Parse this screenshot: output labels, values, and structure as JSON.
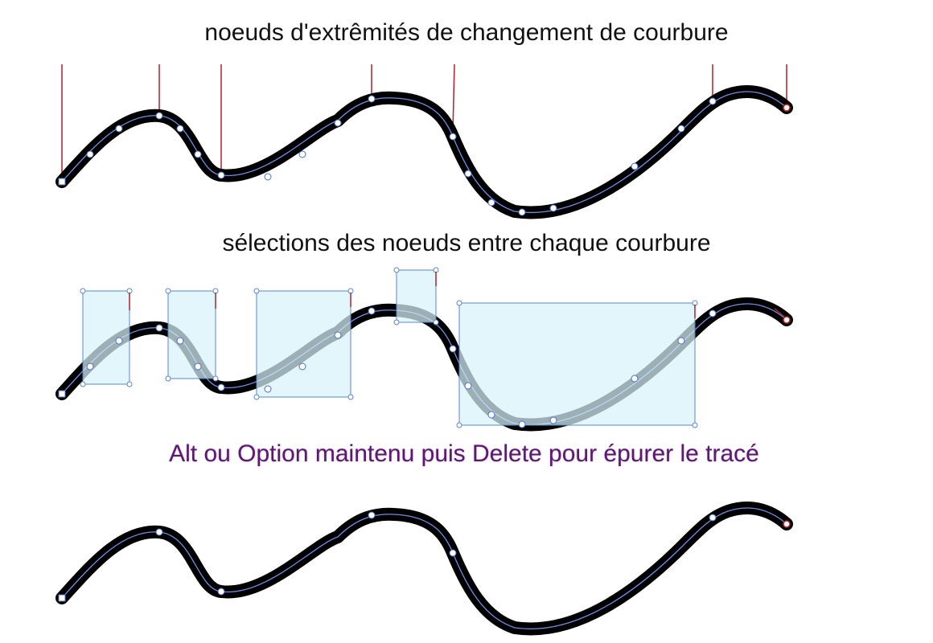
{
  "captions": {
    "step1": "noeuds d'extrêmités de changement de courbure",
    "step2": "sélections des noeuds entre chaque courbure",
    "step3": "Alt ou Option maintenu puis Delete pour épurer le tracé"
  },
  "colors": {
    "stroke": "#000000",
    "path_line": "#6f8fe0",
    "anchor_outline": "#4a6fc8",
    "marker_red": "#b0202a",
    "selection_fill": "#d7f3fb",
    "selection_border": "#5b86c9",
    "caption_accent": "#5a1a6e"
  },
  "icons": [
    "anchor-point-icon",
    "endpoint-square-icon",
    "endpoint-red-icon",
    "direction-marker-icon",
    "selection-box-icon"
  ]
}
